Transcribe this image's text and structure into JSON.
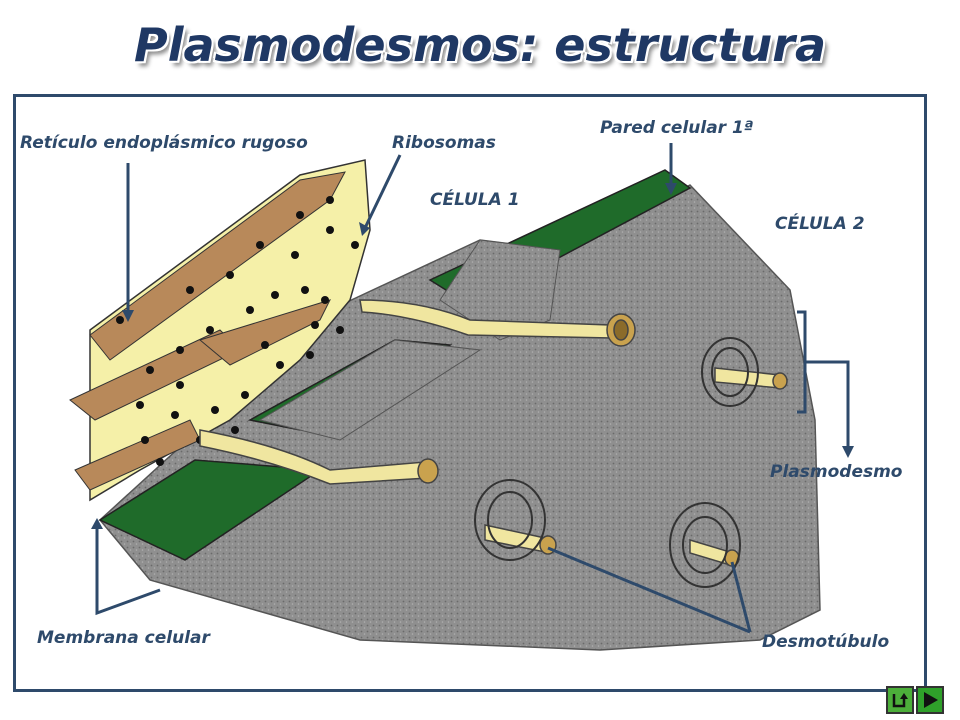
{
  "title": "Plasmodesmos: estructura",
  "labels": {
    "reticulo": "Retículo endoplásmico rugoso",
    "ribosomas": "Ribosomas",
    "pared": "Pared celular 1ª",
    "celula1": "CÉLULA 1",
    "celula2": "CÉLULA 2",
    "plasmodesmo": "Plasmodesmo",
    "membrana": "Membrana celular",
    "desmotubulo": "Desmotúbulo"
  },
  "colors": {
    "title": "#1f3864",
    "label": "#2e4a6b",
    "cell_wall": "#1f6b2a",
    "cytoplasm": "#8f8f8f",
    "er_lumen": "#b8895a",
    "membrane": "#f5f0a8"
  },
  "nav": {
    "back_icon": "return-icon",
    "next_icon": "play-icon"
  }
}
